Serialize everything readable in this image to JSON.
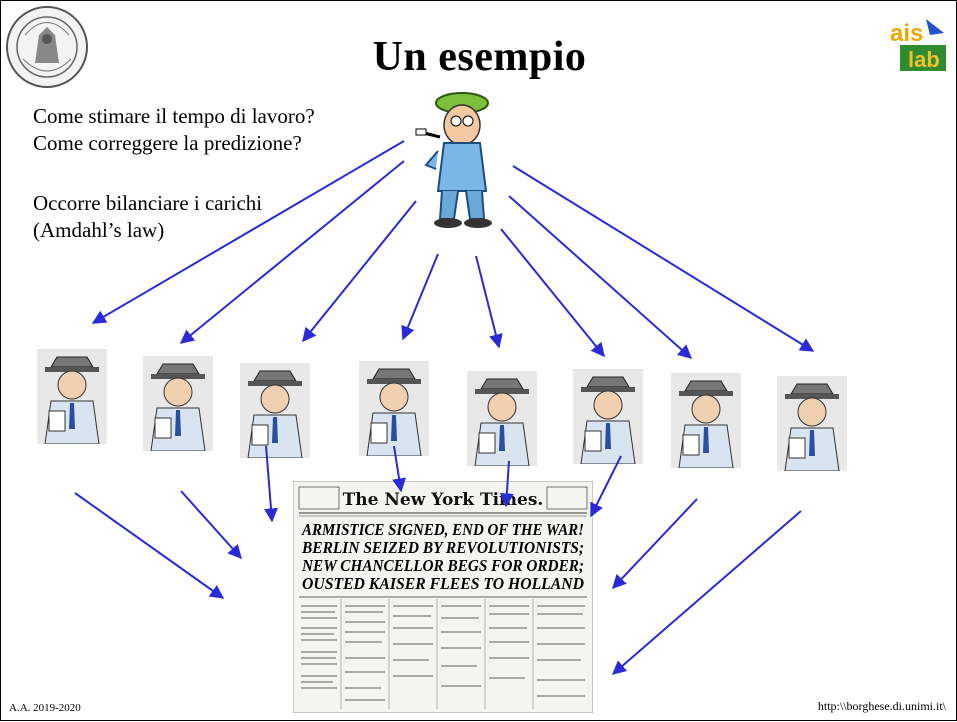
{
  "slide": {
    "title": "Un esempio",
    "lines_top": [
      "Come stimare il tempo di lavoro?",
      "Come correggere la predizione?"
    ],
    "lines_bottom": [
      "Occorre bilanciare i carichi",
      "(Amdahl’s law)"
    ]
  },
  "newspaper": {
    "masthead": "The New York Times.",
    "headlines": [
      "ARMISTICE SIGNED, END OF THE WAR!",
      "BERLIN SEIZED BY REVOLUTIONISTS;",
      "NEW CHANCELLOR BEGS FOR ORDER;",
      "OUSTED KAISER FLEES TO HOLLAND"
    ]
  },
  "footer": {
    "left": "A.A. 2019-2020",
    "right": "http:\\\\borghese.di.unimi.it\\"
  },
  "logos": {
    "left": "university-seal",
    "right": "ais-lab-logo"
  },
  "colors": {
    "arrow": "#2a2ad6"
  },
  "icons": {
    "boss": "boss-clipart",
    "worker": "reporter-clipart"
  }
}
